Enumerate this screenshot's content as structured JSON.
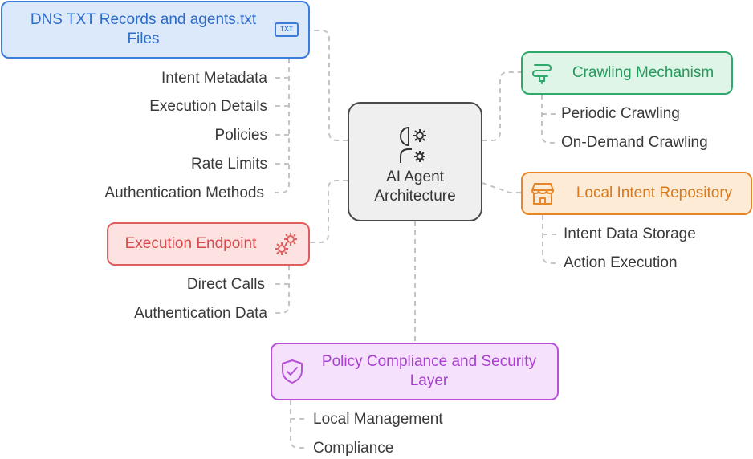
{
  "center": {
    "title": "AI Agent Architecture",
    "icon": "person-gear-icon"
  },
  "dns": {
    "title": "DNS TXT Records and agents.txt Files",
    "icon": "txt-file-icon",
    "icon_text": "TXT",
    "items": [
      "Intent Metadata",
      "Execution Details",
      "Policies",
      "Rate Limits",
      "Authentication Methods"
    ],
    "color": "#3b7ddd"
  },
  "crawl": {
    "title": "Crawling Mechanism",
    "icon": "crawler-icon",
    "items": [
      "Periodic Crawling",
      "On-Demand Crawling"
    ],
    "color": "#2fa86b"
  },
  "repo": {
    "title": "Local Intent Repository",
    "icon": "storefront-icon",
    "items": [
      "Intent Data Storage",
      "Action Execution"
    ],
    "color": "#e5862a"
  },
  "exec": {
    "title": "Execution Endpoint",
    "icon": "gears-icon",
    "items": [
      "Direct Calls",
      "Authentication Data"
    ],
    "color": "#e05d5d"
  },
  "policy": {
    "title": "Policy Compliance and Security Layer",
    "icon": "shield-check-icon",
    "items": [
      "Local Management",
      "Compliance"
    ],
    "color": "#b552d8"
  }
}
